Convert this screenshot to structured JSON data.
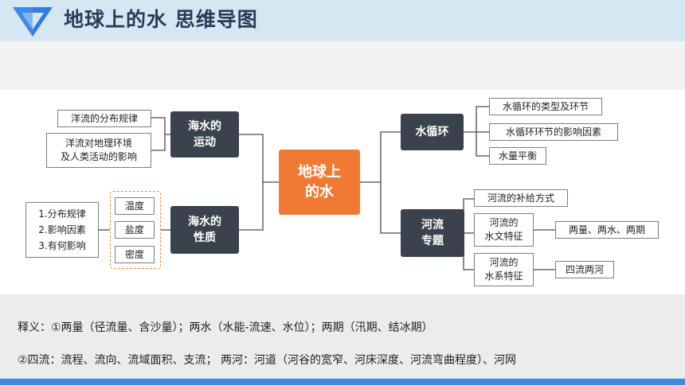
{
  "header": {
    "title": "地球上的水  思维导图",
    "logo_icon": "triangle-logo-icon"
  },
  "colors": {
    "header_bg": "#d7e7f2",
    "dark_node": "#3a434d",
    "center_node": "#f07a34",
    "connector": "#4a4a4a",
    "bottom_bar": "#3f88e0"
  },
  "mindmap": {
    "center": "地球上\n的水",
    "left": [
      {
        "label": "海水的\n运动",
        "children": [
          "洋流的分布规律",
          "洋流对地理环境\n及人类活动的影响"
        ]
      },
      {
        "label": "海水的\n性质",
        "children": [
          "温度",
          "盐度",
          "密度"
        ],
        "note": "1.分布规律\n2.影响因素\n3.有何影响"
      }
    ],
    "right": [
      {
        "label": "水循环",
        "children": [
          "水循环的类型及环节",
          "水循环环节的影响因素",
          "水量平衡"
        ]
      },
      {
        "label": "河流\n专题",
        "children": [
          {
            "label": "河流的补给方式"
          },
          {
            "label": "河流的\n水文特征",
            "detail": "两量、两水、两期"
          },
          {
            "label": "河流的\n水系特征",
            "detail": "四流两河"
          }
        ]
      }
    ]
  },
  "explanation": {
    "line1": "释义：①两量（径流量、含沙量）；两水（水能-流速、水位）；两期（汛期、结冰期）",
    "line2": "②四流：流程、流向、流域面积、支流；  两河：河道（河谷的宽窄、河床深度、河流弯曲程度）、河网"
  }
}
